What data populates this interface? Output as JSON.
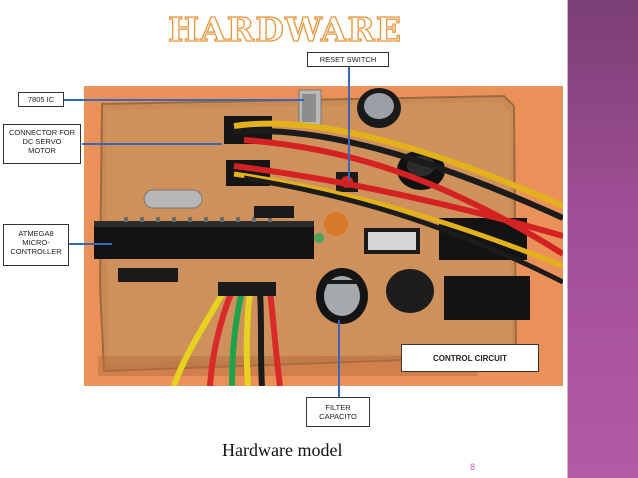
{
  "slide": {
    "title": "HARDWARE",
    "caption": "Hardware model",
    "page_number": "8"
  },
  "labels": {
    "reset_switch": "RESET SWITCH",
    "ic_7805": "7805 IC",
    "connector_servo": "CONNECTOR FOR DC SERVO MOTOR",
    "atmega8": "ATMEGA8 MICRO-CONTROLLER",
    "control_circuit": "CONTROL CIRCUIT",
    "filter_capacitor": "FILTER CAPACITO"
  },
  "colors": {
    "title_outline": "#e9963f",
    "sidebar": "#a14e96",
    "pointer": "#3a66b8",
    "pcb": "#c98a55",
    "background_photo": "#e98f58"
  }
}
